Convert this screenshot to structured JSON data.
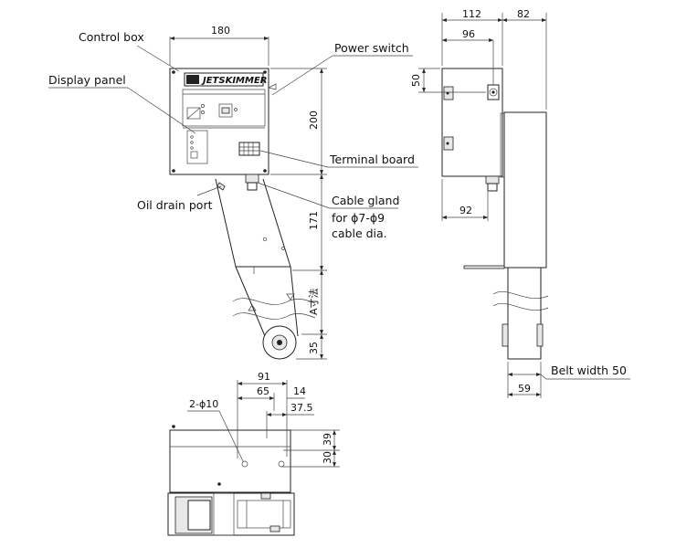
{
  "callouts": {
    "control_box": "Control box",
    "display_panel": "Display panel",
    "power_switch": "Power switch",
    "terminal_board": "Terminal board",
    "oil_drain_port": "Oil drain port",
    "cable_gland_l1": "Cable gland",
    "cable_gland_l2": "for ϕ7-ϕ9",
    "cable_gland_l3": "cable dia.",
    "belt_width": "Belt width 50"
  },
  "brand_logo": "JETSKIMMER",
  "dimensions": {
    "front_width": "180",
    "front_height": "200",
    "front_arm": "171",
    "front_travel": "A寸法",
    "front_bottom": "35",
    "side_top": "112",
    "side_right": "82",
    "side_hole": "96",
    "side_50": "50",
    "side_92": "92",
    "side_59": "59",
    "plan_91": "91",
    "plan_65": "65",
    "plan_14": "14",
    "plan_37_5": "37.5",
    "plan_holes": "2-ϕ10",
    "plan_39": "39",
    "plan_30": "30"
  }
}
